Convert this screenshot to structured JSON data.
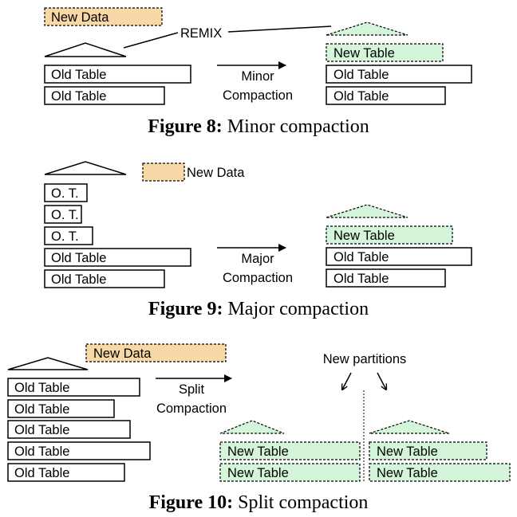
{
  "labels": {
    "new_data": "New Data",
    "new_table": "New Table",
    "old_table": "Old Table",
    "ot": "O. T.",
    "remix": "REMIX",
    "new_partitions": "New partitions",
    "minor_1": "Minor",
    "minor_2": "Compaction",
    "major_1": "Major",
    "major_2": "Compaction",
    "split_1": "Split",
    "split_2": "Compaction"
  },
  "captions": {
    "fig8_num": "Figure 8:",
    "fig8_text": " Minor compaction",
    "fig9_num": "Figure 9:",
    "fig9_text": " Major compaction",
    "fig10_num": "Figure 10:",
    "fig10_text": " Split compaction"
  },
  "colors": {
    "new_data_fill": "#f8d8a6",
    "new_table_fill": "#d4f5d9"
  }
}
